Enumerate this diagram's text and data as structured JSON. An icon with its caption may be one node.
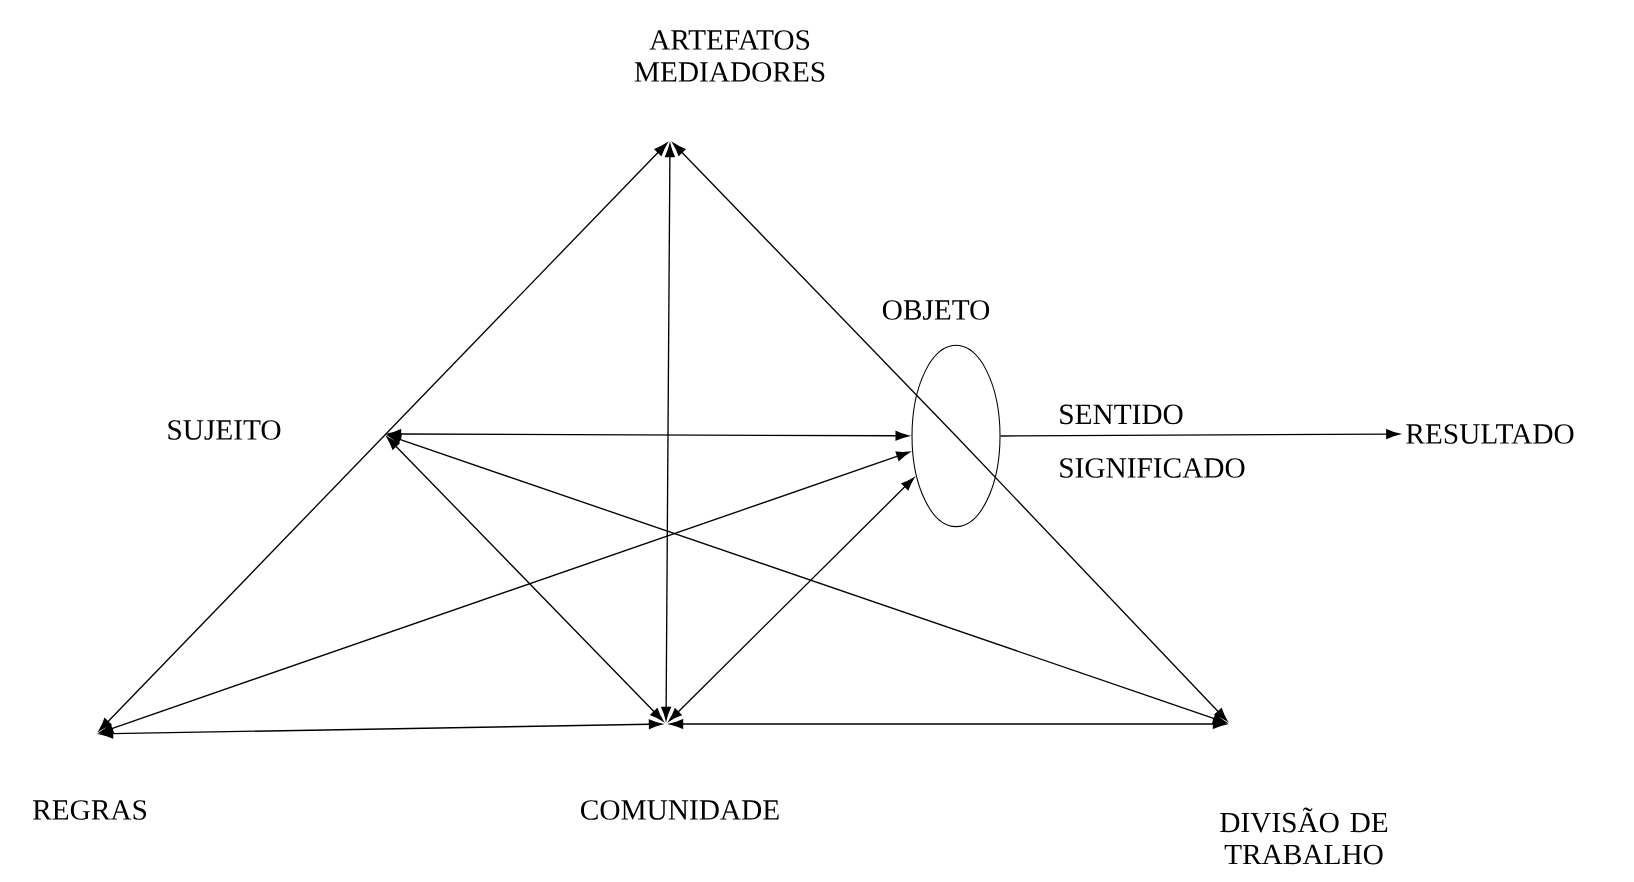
{
  "diagram": {
    "nodes": [
      {
        "text": [
          "ARTEFATOS MEDIADORES"
        ]
      },
      {
        "text": [
          "OBJETO"
        ]
      },
      {
        "text": [
          "SUJEITO"
        ]
      },
      {
        "text": [
          "RESULTADO"
        ]
      },
      {
        "text": [
          "REGRAS"
        ]
      },
      {
        "text": [
          "COMUNIDADE"
        ]
      },
      {
        "text": [
          "DIVISÃO DE TRABALHO"
        ]
      }
    ],
    "edges": [
      {
        "from": 0,
        "to": 4,
        "arrow": "both"
      },
      {
        "from": 1,
        "to": 0,
        "arrow": "to"
      },
      {
        "from": 1,
        "to": 6,
        "arrow": "to"
      },
      {
        "from": 0,
        "to": 5,
        "arrow": "both"
      },
      {
        "from": 2,
        "to": 1,
        "arrow": "both"
      },
      {
        "from": 2,
        "to": 5,
        "arrow": "both"
      },
      {
        "from": 2,
        "to": 6,
        "arrow": "both"
      },
      {
        "from": 4,
        "to": 1,
        "arrow": "both"
      },
      {
        "from": 5,
        "to": 1,
        "arrow": "both"
      },
      {
        "from": 4,
        "to": 5,
        "arrow": "both"
      },
      {
        "from": 5,
        "to": 6,
        "arrow": "both"
      },
      {
        "from": 1,
        "to": 3,
        "arrow": "to",
        "label": "SENTIDO"
      }
    ],
    "labels": [
      "SIGNIFICADO"
    ]
  }
}
